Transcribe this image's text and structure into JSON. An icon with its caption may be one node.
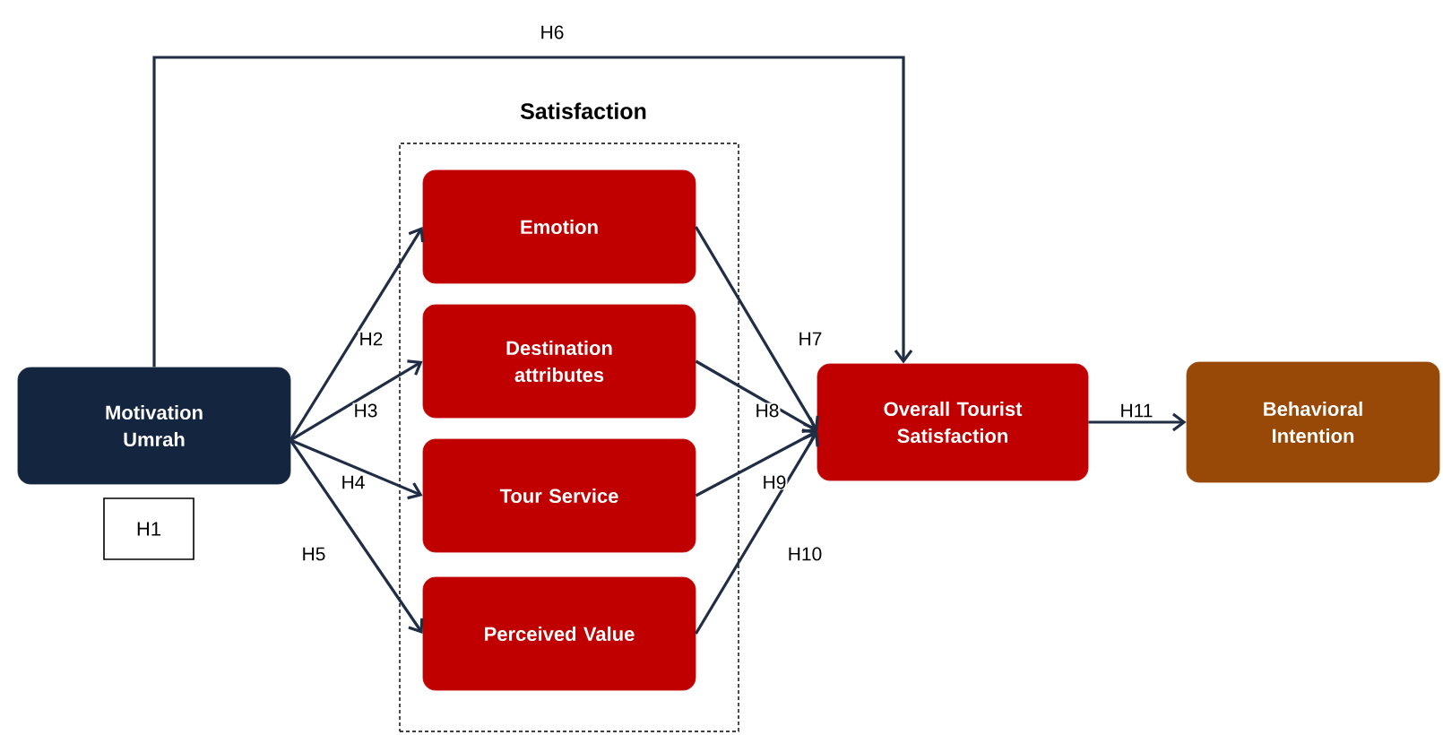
{
  "diagram": {
    "nodes": [
      {
        "text": [
          "Motivation Umrah"
        ]
      },
      {
        "text": [
          "Satisfaction"
        ]
      },
      {
        "text": [
          "Emotion"
        ],
        "in": 1
      },
      {
        "text": [
          "Destination attributes"
        ],
        "in": 1
      },
      {
        "text": [
          "Tour Service"
        ],
        "in": 1
      },
      {
        "text": [
          "Perceived Value"
        ],
        "in": 1
      },
      {
        "text": [
          "Overall Tourist Satisfaction"
        ]
      },
      {
        "text": [
          "Behavioral Intention"
        ]
      },
      {
        "text": [
          "H1"
        ]
      }
    ],
    "edges": [
      {
        "from": 0,
        "to": 2,
        "arrow": "to",
        "label": "H2"
      },
      {
        "from": 0,
        "to": 3,
        "arrow": "to",
        "label": "H3"
      },
      {
        "from": 0,
        "to": 4,
        "arrow": "to",
        "label": "H4"
      },
      {
        "from": 0,
        "to": 5,
        "arrow": "to",
        "label": "H5"
      },
      {
        "from": 0,
        "to": 6,
        "arrow": "to",
        "label": "H6"
      },
      {
        "from": 2,
        "to": 6,
        "arrow": "to",
        "label": "H7"
      },
      {
        "from": 3,
        "to": 6,
        "arrow": "to",
        "label": "H8"
      },
      {
        "from": 4,
        "to": 6,
        "arrow": "to",
        "label": "H9"
      },
      {
        "from": 5,
        "to": 6,
        "arrow": "to",
        "label": "H10"
      },
      {
        "from": 6,
        "to": 7,
        "arrow": "to",
        "label": "H11"
      }
    ]
  }
}
